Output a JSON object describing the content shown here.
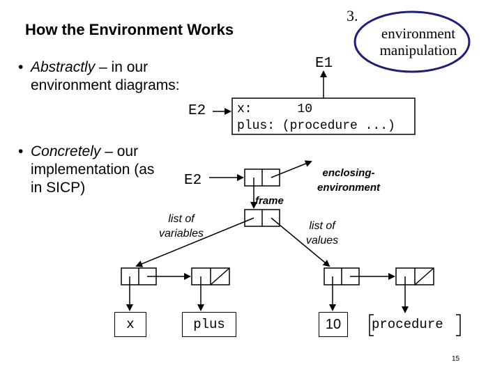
{
  "title": "How the Environment Works",
  "step_number": "3.",
  "callout": {
    "line1": "environment",
    "line2": "manipulation"
  },
  "bullets": {
    "abstract": {
      "emph": "Abstractly",
      "rest1": " – in our",
      "line2": "environment diagrams:"
    },
    "concrete": {
      "emph": "Concretely",
      "rest1": " – our",
      "line2": "implementation (as",
      "line3": "in SICP)"
    }
  },
  "env_labels": {
    "e1": "E1",
    "e2_abstract": "E2",
    "e2_concrete": "E2"
  },
  "frame_contents": {
    "line1": "x:      10",
    "line2": "plus: (procedure ...)"
  },
  "annotations": {
    "frame": "frame",
    "enclosing_line1": "enclosing-",
    "enclosing_line2": "environment",
    "list_vars_line1": "list of",
    "list_vars_line2": "variables",
    "list_vals_line1": "list of",
    "list_vals_line2": "values"
  },
  "values": {
    "var_x": "x",
    "var_plus": "plus",
    "val_10": "10",
    "val_proc": "procedure"
  },
  "page_number": "15",
  "colors": {
    "callout_border": "#1f1f7a",
    "ink": "#000000"
  }
}
